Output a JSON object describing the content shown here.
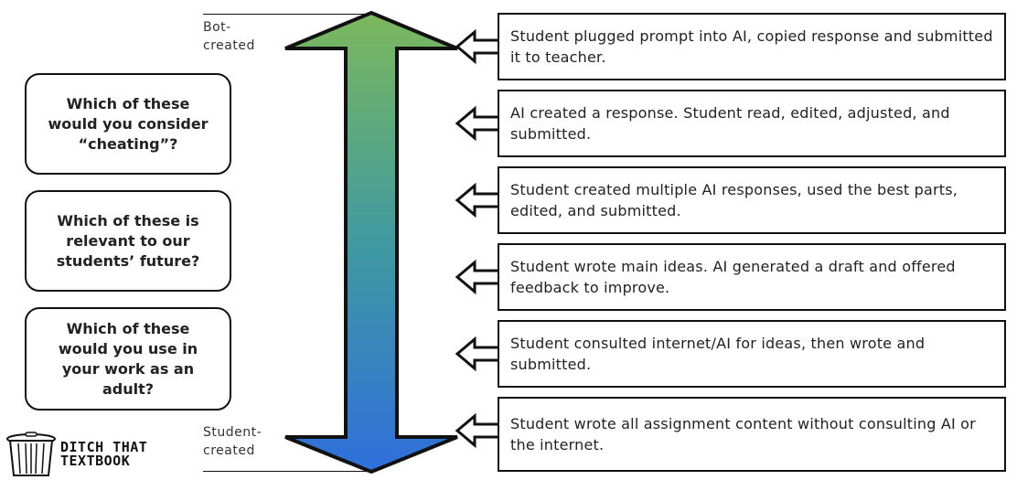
{
  "scale": {
    "top_label": "Bot-\ncreated",
    "bottom_label": "Student-\ncreated",
    "gradient_top_color": "#7cb85c",
    "gradient_bottom_color": "#2f6fdc"
  },
  "questions": [
    {
      "text": "Which of these would you consider “cheating”?"
    },
    {
      "text": "Which of these is relevant to our students’ future?"
    },
    {
      "text": "Which of these would you use in your work as an adult?"
    }
  ],
  "options": [
    {
      "text": "Student plugged prompt into AI, copied response and submitted it to teacher."
    },
    {
      "text": "AI created a response. Student read, edited, adjusted, and submitted."
    },
    {
      "text": "Student created multiple AI responses, used the best parts, edited, and submitted."
    },
    {
      "text": "Student wrote main ideas. AI generated a draft and offered feedback to improve."
    },
    {
      "text": "Student consulted internet/AI for ideas, then wrote and submitted."
    },
    {
      "text": "Student wrote all assignment content without consulting AI or the internet."
    }
  ],
  "logo": {
    "line1": "DITCH THAT",
    "line2": "TEXTBOOK",
    "icon": "trash-can-icon"
  }
}
